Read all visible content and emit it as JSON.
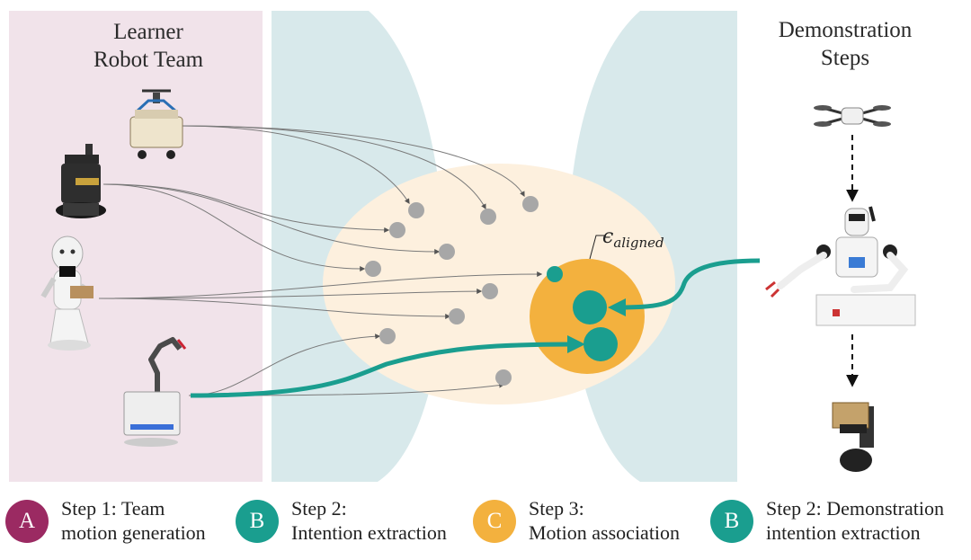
{
  "learner_heading": [
    "Learner",
    "Robot Team"
  ],
  "demo_heading": [
    "Demonstration",
    "Steps"
  ],
  "epsilon_label": "ϵ",
  "epsilon_subscript": "aligned",
  "colors": {
    "learner_bg": "#f1e3ea",
    "wedge": "#d8e9eb",
    "space": "#fdf0de",
    "aligned": "#f3b13e",
    "teal": "#1a9e8f",
    "gray_point": "#a7a7a7",
    "badge_a": "#9b2a62",
    "badge_b": "#1a9e8f",
    "badge_c": "#f3b13e"
  },
  "robots": {
    "learner": [
      "drone-cart-robot",
      "tracked-mobile-robot",
      "humanoid-pepper-robot",
      "mobile-manipulator-robot"
    ],
    "demonstration": [
      "quadcopter-drone",
      "humanoid-dual-arm-robot",
      "wheeled-box-robot"
    ]
  },
  "legend": [
    {
      "badge": "A",
      "line1": "Step 1: Team",
      "line2": "motion generation"
    },
    {
      "badge": "B",
      "line1": "Step 2:",
      "line2": "Intention extraction"
    },
    {
      "badge": "C",
      "line1": "Step 3:",
      "line2": "Motion association"
    },
    {
      "badge": "B",
      "line1": "Step 2: Demonstration",
      "line2": "intention extraction"
    }
  ]
}
